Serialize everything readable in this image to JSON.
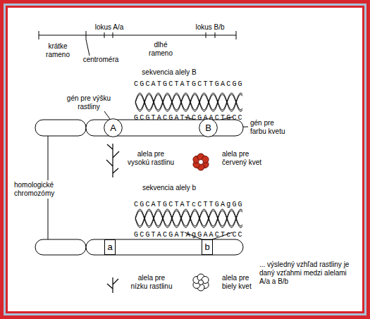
{
  "diagram": {
    "nodes": [
      {
        "text": [
          "A"
        ]
      },
      {
        "text": [
          "B"
        ]
      },
      {
        "text": [
          "a"
        ]
      },
      {
        "text": [
          "b"
        ]
      }
    ],
    "labels": [
      "krátke rameno",
      "lokus A/a",
      "lokus B/b",
      "dlhé rameno",
      "centroméra",
      "sekvencia alely B",
      "CGCATGCTATGCTTGACGG",
      "gén pre výšku rastliny",
      "GCGTACGATACGAACTGCC",
      "gén pre farbu kvetu",
      "alela pre vysokú rastlinu",
      "alela pre červený kvet",
      "homologické chromozómy",
      "sekvencia alely b",
      "CGCATGCTATcCTTGAgGG",
      "GCGTACGATAgGAACTcCC",
      "... výsledný vzhľad rastliny je daný vzťahmi medzi alelami A/a a B/b",
      "alela pre nízku rastlinu",
      "alela pre biely kvet"
    ]
  }
}
